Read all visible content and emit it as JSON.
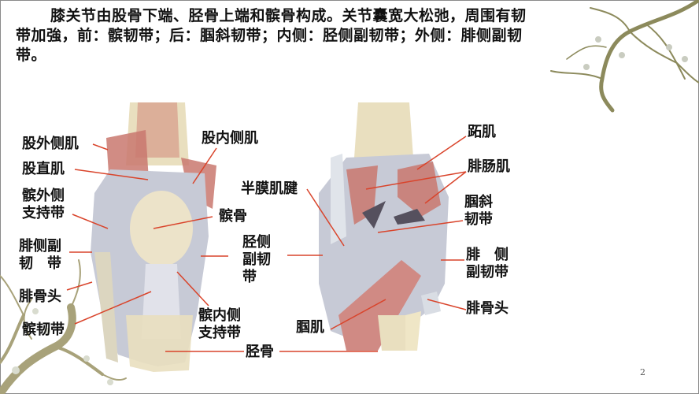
{
  "slide": {
    "page_number": "2",
    "intro_text": "膝关节由股骨下端、胫骨上端和髌骨构成。关节囊宽大松弛，周围有韧带加強，前：髌韧带；后：腘斜韧带；内侧：胫侧副韧带；外侧：腓侧副韧带。",
    "colors": {
      "leader_line": "#d9442b",
      "bone": "#e9dfbf",
      "muscle": "#c9786f",
      "ligament": "#c7cad6",
      "branch": "#8c8a5c"
    }
  },
  "anterior_view": {
    "labels": [
      {
        "id": "vastus-lateralis",
        "text": "股外侧肌"
      },
      {
        "id": "rectus-femoris",
        "text": "股直肌"
      },
      {
        "id": "lateral-patellar-retinaculum",
        "text": "髌外侧\n支持带"
      },
      {
        "id": "fibular-collateral-ligament",
        "text": "腓侧副\n韧　带"
      },
      {
        "id": "fibular-head",
        "text": "腓骨头"
      },
      {
        "id": "patellar-ligament",
        "text": "髌韧带"
      },
      {
        "id": "vastus-medialis",
        "text": "股内侧肌"
      },
      {
        "id": "patella",
        "text": "髌骨"
      },
      {
        "id": "medial-patellar-retinaculum",
        "text": "髌内侧\n支持带"
      }
    ]
  },
  "center_labels": {
    "tibial-collateral-ligament": "胫侧\n副韧\n带",
    "tibia": "胫骨"
  },
  "posterior_view": {
    "labels": [
      {
        "id": "semimembranosus-tendon",
        "text": "半膜肌腱"
      },
      {
        "id": "plantaris",
        "text": "跖肌"
      },
      {
        "id": "gastrocnemius",
        "text": "腓肠肌"
      },
      {
        "id": "oblique-popliteal-ligament",
        "text": "腘斜\n韧带"
      },
      {
        "id": "fibular-collateral-ligament",
        "text": "腓　侧\n副韧带"
      },
      {
        "id": "fibular-head",
        "text": "腓骨头"
      },
      {
        "id": "popliteus",
        "text": "腘肌"
      }
    ]
  }
}
